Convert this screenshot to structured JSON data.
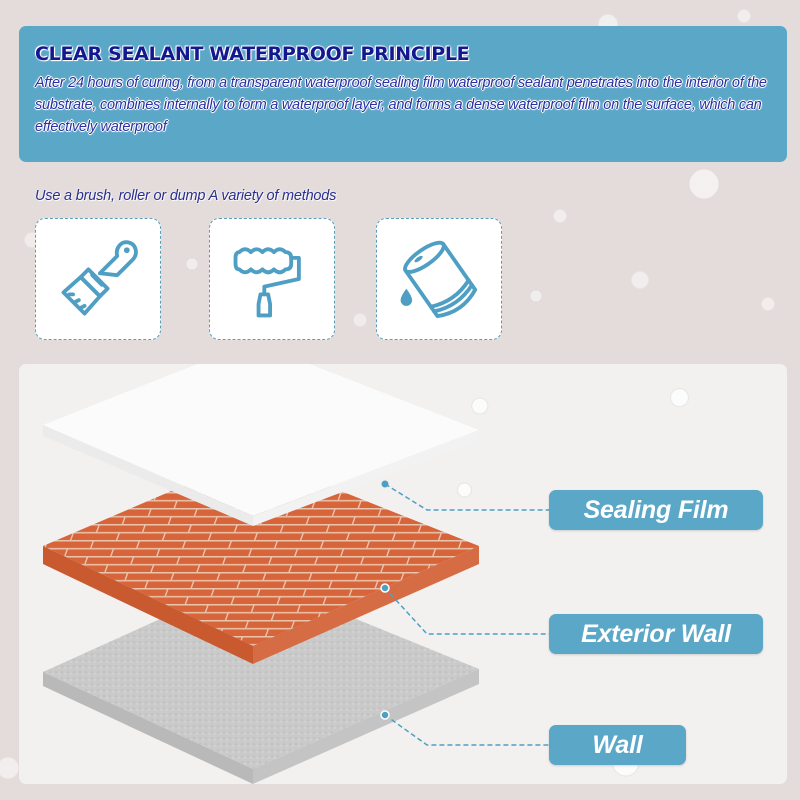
{
  "header": {
    "title": "CLEAR SEALANT WATERPROOF PRINCIPLE",
    "description": "After 24 hours of curing, from a transparent waterproof sealing film waterproof sealant penetrates into the interior of the substrate, combines internally to form a waterproof layer, and forms a dense waterproof film on the surface, which can effectively waterproof"
  },
  "methods": {
    "caption": "Use a brush, roller or dump A variety of methods",
    "items": [
      {
        "name": "brush",
        "icon": "paintbrush-icon"
      },
      {
        "name": "roller",
        "icon": "paint-roller-icon"
      },
      {
        "name": "dump",
        "icon": "paint-can-pour-icon"
      }
    ]
  },
  "diagram": {
    "layers": [
      {
        "label": "Sealing Film",
        "material": "transparent film",
        "color": "#fbfbfb"
      },
      {
        "label": "Exterior Wall",
        "material": "brick",
        "color": "#d8643a"
      },
      {
        "label": "Wall",
        "material": "concrete",
        "color": "#c9c9c9"
      }
    ]
  },
  "colors": {
    "accent": "#5aa7c8",
    "title_text": "#14188e",
    "background": "#e3dcdb",
    "panel": "#f2f1f0"
  }
}
